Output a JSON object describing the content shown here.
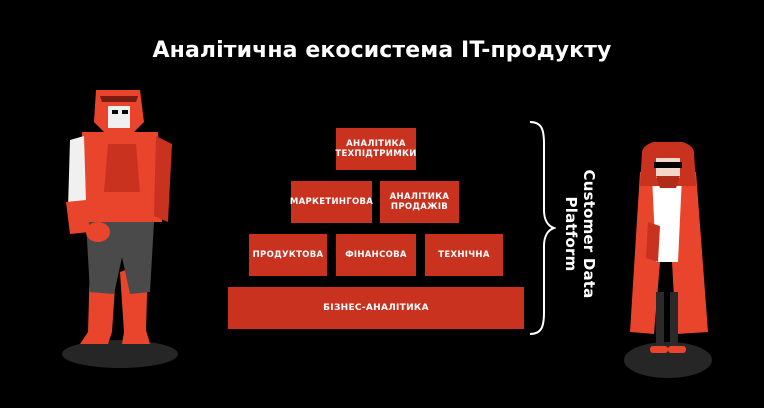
{
  "title": "Аналітична екосистема IT-продукту",
  "pyramid": {
    "top": "Аналітика\nтехпідтримки",
    "marketing": "Маркетингова",
    "sales": "Аналітика\nпродажів",
    "product": "Продуктова",
    "finance": "Фінансова",
    "technical": "Технічна",
    "business": "Бізнес-аналітика"
  },
  "side_label": "Customer Data Platform",
  "colors": {
    "background": "#000000",
    "block": "#c8321f",
    "accent": "#e8452c"
  }
}
